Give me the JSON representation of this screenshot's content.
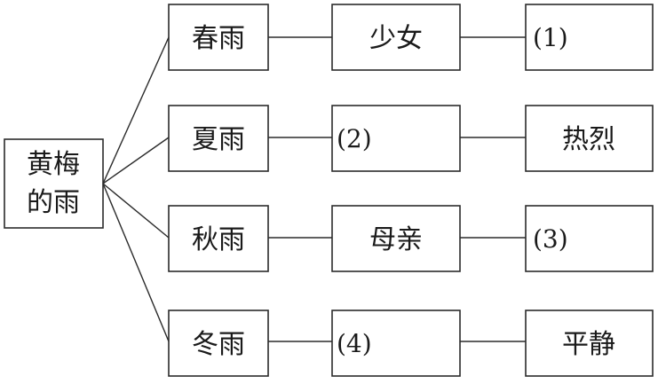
{
  "root": {
    "line1": "黄梅",
    "line2": "的雨"
  },
  "rows": [
    {
      "season": "春雨",
      "middle": "少女",
      "right": "(1)"
    },
    {
      "season": "夏雨",
      "middle": "(2)",
      "right": "热烈"
    },
    {
      "season": "秋雨",
      "middle": "母亲",
      "right": "(3)"
    },
    {
      "season": "冬雨",
      "middle": "(4)",
      "right": "平静"
    }
  ]
}
